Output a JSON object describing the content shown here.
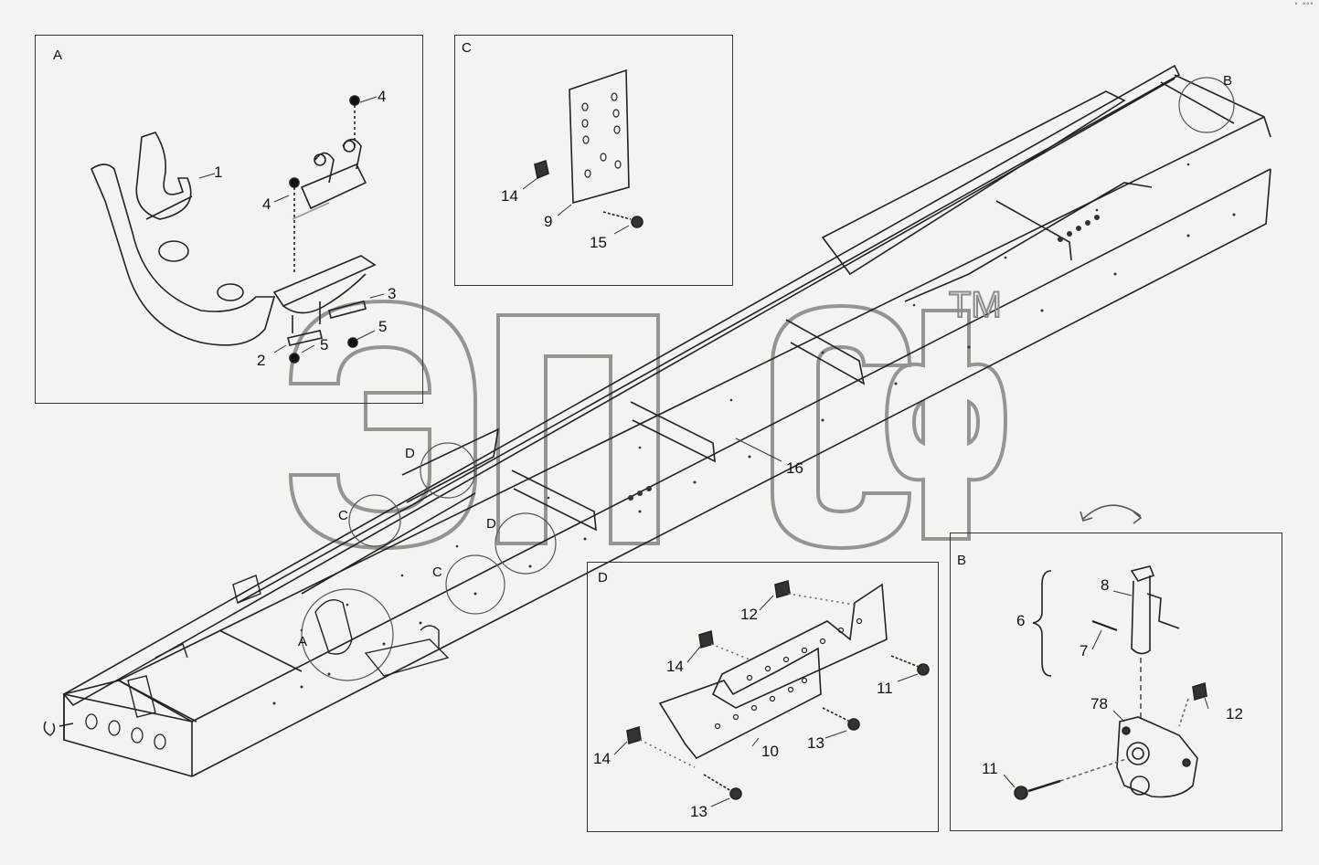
{
  "panels": {
    "A": "A",
    "B": "B",
    "C": "C",
    "D": "D"
  },
  "detail_refs": {
    "a_main": "A",
    "b_main": "B",
    "c_main1": "C",
    "c_main2": "C",
    "d_main1": "D",
    "d_main2": "D"
  },
  "callouts": {
    "p1": "1",
    "p2": "2",
    "p3": "3",
    "p4a": "4",
    "p4b": "4",
    "p5a": "5",
    "p5b": "5",
    "p6": "6",
    "p7": "7",
    "p8": "8",
    "p9": "9",
    "p10": "10",
    "p11a": "11",
    "p11b": "11",
    "p12a": "12",
    "p12b": "12",
    "p13a": "13",
    "p13b": "13",
    "p14a": "14",
    "p14b": "14",
    "p14c": "14",
    "p15": "15",
    "p16": "16",
    "p78": "78"
  },
  "watermark": {
    "tm": "TM"
  },
  "corner": "° °°°"
}
